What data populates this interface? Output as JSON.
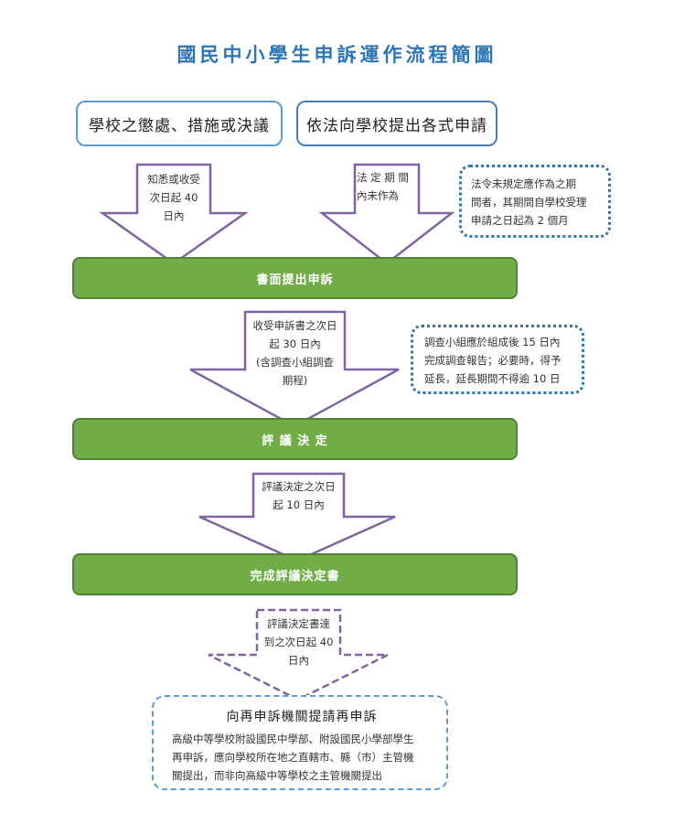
{
  "title": "國民中小學生申訴運作流程簡圖",
  "top_boxes": {
    "left": "學校之懲處、措施或決議",
    "right": "依法向學校提出各式申請"
  },
  "arrows": {
    "a1": [
      "知悉或收受",
      "次日起 40",
      "日內"
    ],
    "a2": [
      "法 定 期 間",
      "內未作為"
    ],
    "a3": [
      "收受申訴書之次日",
      "起 30 日內",
      "(含調查小組調查",
      "期程)"
    ],
    "a4": [
      "評議決定之次日",
      "起 10 日內"
    ],
    "a5": [
      "評議決定書達",
      "到之次日起 40",
      "日內"
    ]
  },
  "notes": {
    "n1": [
      "法令未規定應作為之期",
      "間者，其期間自學校受理",
      "申請之日起為 2 個月"
    ],
    "n2": [
      "調查小組應於組成後 15 日內",
      "完成調查報告；必要時，得予",
      "延長，延長期間不得逾 10 日"
    ]
  },
  "steps": {
    "s1": "書面提出申訴",
    "s2": "評 議 決 定",
    "s3": "完成評議決定書"
  },
  "final": {
    "title": "向再申訴機關提請再申訴",
    "lines": [
      "高級中等學校附設國民中學部、附設國民小學部學生",
      "再申訴，應向學校所在地之直轄市、縣（市）主管機",
      "關提出，而非向高級中等學校之主管機關提出"
    ]
  },
  "colors": {
    "title": "#2e75b6",
    "arrow_stroke": "#8064a2",
    "step_fill": "#70ad47",
    "step_border": "#548235",
    "note_border": "#2e75b6",
    "final_border": "#5b9bd5"
  }
}
